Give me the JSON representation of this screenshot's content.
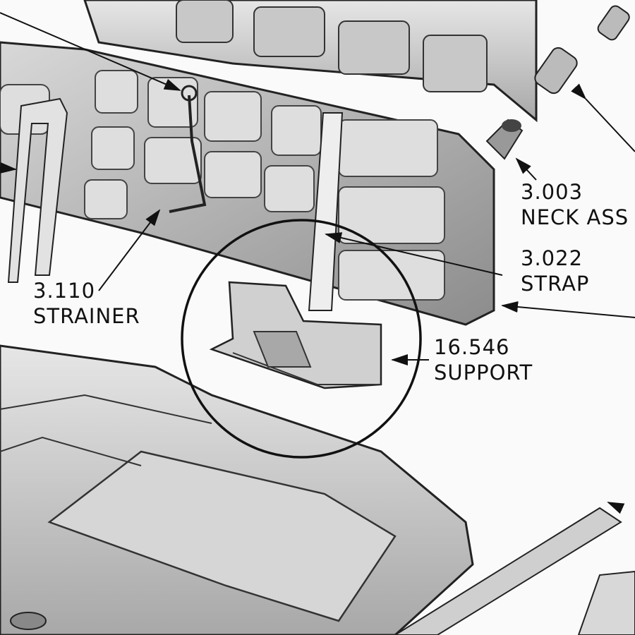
{
  "callouts": [
    {
      "number": "3.003",
      "name": "NECK ASS"
    },
    {
      "number": "3.022",
      "name": "STRAP"
    },
    {
      "number": "3.110",
      "name": "STRAINER"
    },
    {
      "number": "16.546",
      "name": "SUPPORT"
    }
  ],
  "colors": {
    "ink": "#111111",
    "paper": "#fafafa",
    "shade": "#b9b9b9"
  }
}
